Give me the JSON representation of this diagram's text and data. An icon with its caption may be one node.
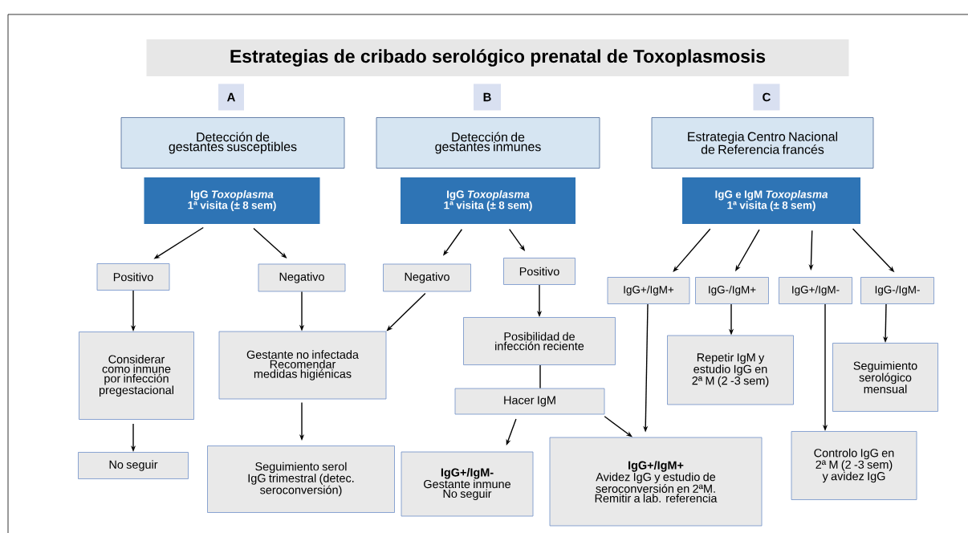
{
  "diagram": {
    "title": "Estrategias de cribado serológico prenatal de Toxoplasmosis",
    "nodes": [
      {
        "text": [
          "A"
        ]
      },
      {
        "text": [
          "B"
        ]
      },
      {
        "text": [
          "C"
        ]
      },
      {
        "text": [
          "Detección de gestantes susceptibles"
        ]
      },
      {
        "text": [
          "Detección de gestantes inmunes"
        ]
      },
      {
        "text": [
          "Estrategia Centro Nacional de Referencia francés"
        ]
      },
      {
        "text": [
          "IgG *Toxoplasma*",
          "1ª visita (± 8 sem)"
        ]
      },
      {
        "text": [
          "IgG *Toxoplasma*",
          "1ª visita (± 8 sem)"
        ]
      },
      {
        "text": [
          "IgG e IgM *Toxoplasma*",
          "1ª visita (± 8 sem)"
        ]
      },
      {
        "text": [
          "Positivo"
        ]
      },
      {
        "text": [
          "Negativo"
        ]
      },
      {
        "text": [
          "Negativo"
        ]
      },
      {
        "text": [
          "Positivo"
        ]
      },
      {
        "text": [
          "IgG+/IgM+"
        ]
      },
      {
        "text": [
          "IgG-/IgM+"
        ]
      },
      {
        "text": [
          "IgG+/IgM-"
        ]
      },
      {
        "text": [
          "IgG-/IgM-"
        ]
      },
      {
        "text": [
          "Considerar como inmune por infección pregestacional"
        ]
      },
      {
        "text": [
          "Gestante no infectada Recomendar medidas higiénicas"
        ]
      },
      {
        "text": [
          "Posibilidad de infección reciente"
        ]
      },
      {
        "text": [
          "Repetir IgM y estudio IgG en 2ª M (2 -3 sem)"
        ]
      },
      {
        "text": [
          "Seguimiento serológico mensual"
        ]
      },
      {
        "text": [
          "Hacer IgM"
        ]
      },
      {
        "text": [
          "No seguir"
        ]
      },
      {
        "text": [
          "Seguimiento serol IgG trimestral (detec. seroconversión)"
        ]
      },
      {
        "text": [
          "IgG+/IgM-",
          "Gestante inmune No seguir"
        ]
      },
      {
        "text": [
          "IgG+/IgM+",
          "Avidez IgG y estudio de seroconversión en 2ªM. Remitir a lab. referencia"
        ]
      },
      {
        "text": [
          "Controlo IgG en 2ª M (2 -3 sem) y avidez IgG"
        ]
      }
    ],
    "edges": [
      {
        "from": 6,
        "to": 9,
        "arrow": "to"
      },
      {
        "from": 6,
        "to": 10,
        "arrow": "to"
      },
      {
        "from": 9,
        "to": 17,
        "arrow": "to"
      },
      {
        "from": 17,
        "to": 23,
        "arrow": "to"
      },
      {
        "from": 10,
        "to": 18,
        "arrow": "to"
      },
      {
        "from": 11,
        "to": 18,
        "arrow": "to"
      },
      {
        "from": 18,
        "to": 24,
        "arrow": "to"
      },
      {
        "from": 7,
        "to": 11,
        "arrow": "to"
      },
      {
        "from": 7,
        "to": 12,
        "arrow": "to"
      },
      {
        "from": 12,
        "to": 19,
        "arrow": "to"
      },
      {
        "from": 19,
        "to": 22,
        "arrow": "none"
      },
      {
        "from": 22,
        "to": 25,
        "arrow": "to"
      },
      {
        "from": 22,
        "to": 26,
        "arrow": "to"
      },
      {
        "from": 8,
        "to": 13,
        "arrow": "to"
      },
      {
        "from": 8,
        "to": 14,
        "arrow": "to"
      },
      {
        "from": 8,
        "to": 15,
        "arrow": "to"
      },
      {
        "from": 8,
        "to": 16,
        "arrow": "to"
      },
      {
        "from": 13,
        "to": 26,
        "arrow": "to"
      },
      {
        "from": 14,
        "to": 20,
        "arrow": "to"
      },
      {
        "from": 15,
        "to": 27,
        "arrow": "to"
      },
      {
        "from": 16,
        "to": 21,
        "arrow": "to"
      }
    ]
  }
}
